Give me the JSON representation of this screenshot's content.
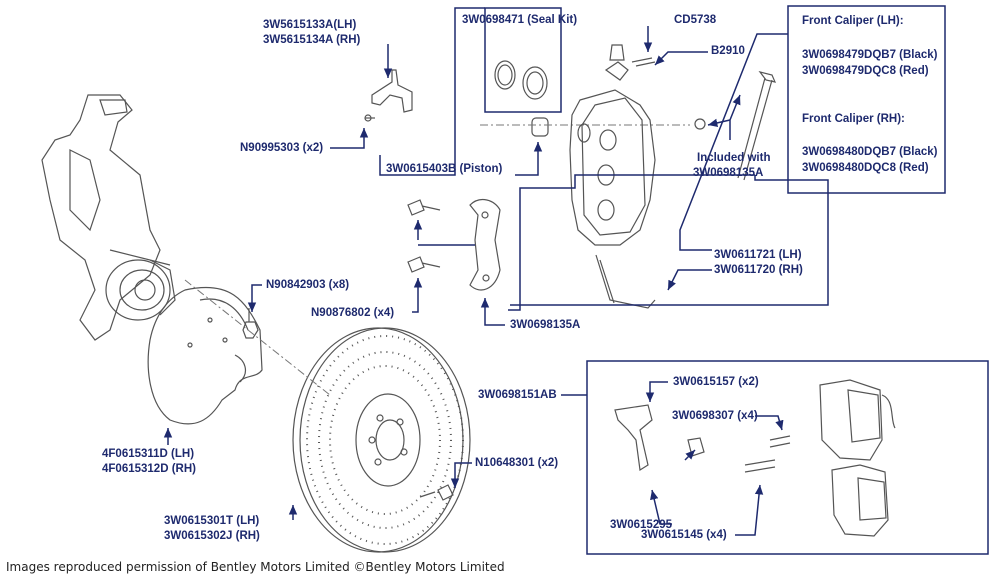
{
  "labels": {
    "caliper_bracket": [
      "3W5615133A(LH)",
      "3W5615134A (RH)"
    ],
    "bracket_screw": "N90995303 (x2)",
    "seal_kit": "3W0698471 (Seal Kit)",
    "cd_part": "CD5738",
    "b_part": "B2910",
    "piston": "3W0615403B (Piston)",
    "front_caliper_lh_title": "Front Caliper (LH):",
    "front_caliper_lh_black": "3W0698479DQB7 (Black)",
    "front_caliper_lh_red": "3W0698479DQC8 (Red)",
    "front_caliper_rh_title": "Front Caliper (RH):",
    "front_caliper_rh_black": "3W0698480DQB7 (Black)",
    "front_caliper_rh_red": "3W0698480DQC8 (Red)",
    "included_with": [
      "Included with",
      "3W0698135A"
    ],
    "sensor_wire": [
      "3W0611721 (LH)",
      "3W0611720 (RH)"
    ],
    "shield_screw": "N90842903 (x8)",
    "carrier_bolt": "N90876802 (x4)",
    "carrier": "3W0698135A",
    "pad_set": "3W0698151AB",
    "spring_clip": "3W0615157 (x2)",
    "pin_clip": "3W0698307 (x4)",
    "dust_shield": [
      "4F0615311D (LH)",
      "4F0615312D (RH)"
    ],
    "disc_screw": "N10648301 (x2)",
    "anti_rattle": "3W0615295",
    "pad_pin": "3W0615145 (x4)",
    "disc": [
      "3W0615301T (LH)",
      "3W0615302J (RH)"
    ]
  },
  "credit": "Images reproduced permission of Bentley Motors Limited ©Bentley Motors Limited",
  "colors": {
    "label": "#1e2a6e",
    "box": "#1e2a6e",
    "arrow": "#1e2a6e",
    "drawing": "#555555"
  }
}
